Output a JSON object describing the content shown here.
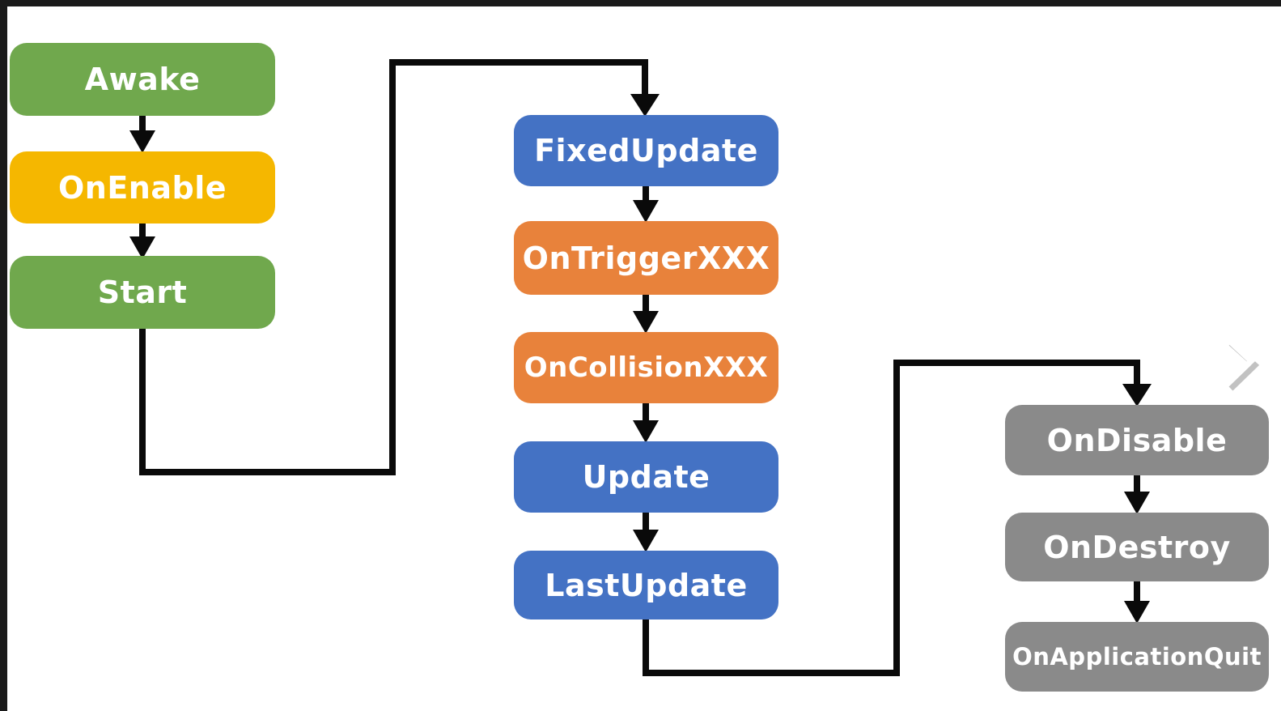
{
  "window": {
    "frame_color": "#1A1A1A",
    "background_color": "#FFFFFF"
  },
  "palette": {
    "green": "#70A84D",
    "yellow": "#F5B700",
    "blue": "#4472C4",
    "orange": "#E8823B",
    "gray": "#8A8A8A",
    "connector_black": "#0A0A0A"
  },
  "diagram": {
    "type": "flowchart",
    "nodes": [
      {
        "id": "awake",
        "label": "Awake",
        "color": "#70A84D"
      },
      {
        "id": "onenable",
        "label": "OnEnable",
        "color": "#F5B700"
      },
      {
        "id": "start",
        "label": "Start",
        "color": "#70A84D"
      },
      {
        "id": "fixedupdate",
        "label": "FixedUpdate",
        "color": "#4472C4"
      },
      {
        "id": "ontriggerxxx",
        "label": "OnTriggerXXX",
        "color": "#E8823B"
      },
      {
        "id": "oncollisionxxx",
        "label": "OnCollisionXXX",
        "color": "#E8823B"
      },
      {
        "id": "update",
        "label": "Update",
        "color": "#4472C4"
      },
      {
        "id": "lastupdate",
        "label": "LastUpdate",
        "color": "#4472C4"
      },
      {
        "id": "ondisable",
        "label": "OnDisable",
        "color": "#8A8A8A"
      },
      {
        "id": "ondestroy",
        "label": "OnDestroy",
        "color": "#8A8A8A"
      },
      {
        "id": "onapplicationquit",
        "label": "OnApplicationQuit",
        "color": "#8A8A8A"
      }
    ],
    "edges": [
      {
        "from": "Awake",
        "to": "OnEnable"
      },
      {
        "from": "OnEnable",
        "to": "Start"
      },
      {
        "from": "Start",
        "to": "FixedUpdate"
      },
      {
        "from": "FixedUpdate",
        "to": "OnTriggerXXX"
      },
      {
        "from": "OnTriggerXXX",
        "to": "OnCollisionXXX"
      },
      {
        "from": "OnCollisionXXX",
        "to": "Update"
      },
      {
        "from": "Update",
        "to": "LastUpdate"
      },
      {
        "from": "LastUpdate",
        "to": "OnDisable"
      },
      {
        "from": "OnDisable",
        "to": "OnDestroy"
      },
      {
        "from": "OnDestroy",
        "to": "OnApplicationQuit"
      }
    ],
    "icons": {
      "next_chevron": "chevron-right"
    }
  }
}
